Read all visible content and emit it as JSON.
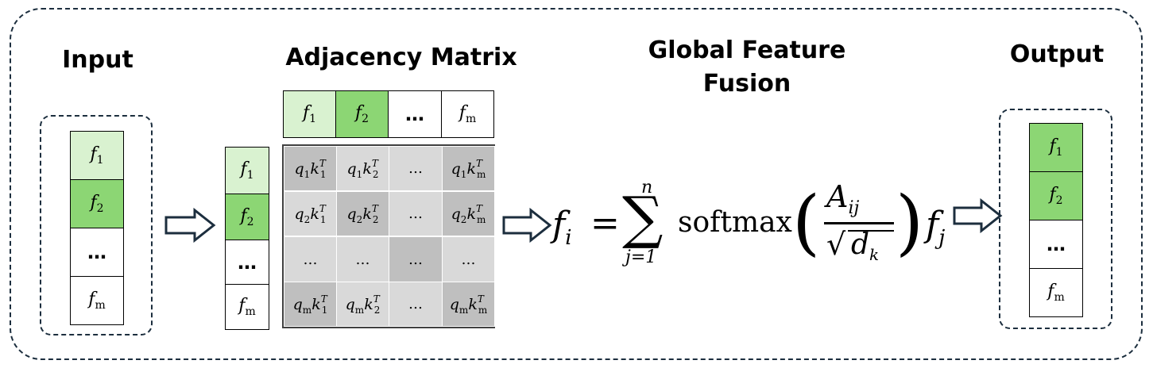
{
  "headings": {
    "input": "Input",
    "adjacency": "Adjacency Matrix",
    "fusion": "Global Feature Fusion",
    "output": "Output"
  },
  "features": {
    "f1": "f",
    "f1_sub": "1",
    "f2": "f",
    "f2_sub": "2",
    "dots": "…",
    "fm": "f",
    "fm_sub": "m"
  },
  "matrix": {
    "rows": [
      [
        "q1k1T",
        "q1k2T",
        "…",
        "q1kmT"
      ],
      [
        "q2k1T",
        "q2k2T",
        "…",
        "q2kmT"
      ],
      [
        "…",
        "…",
        "…",
        "…"
      ],
      [
        "qmk1T",
        "qmk2T",
        "…",
        "qmkmT"
      ]
    ],
    "cell_shades": [
      [
        "dark",
        "light",
        "light",
        "dark"
      ],
      [
        "light",
        "dark",
        "light",
        "dark"
      ],
      [
        "light",
        "light",
        "dark",
        "light"
      ],
      [
        "dark",
        "light",
        "light",
        "dark"
      ]
    ]
  },
  "formula": {
    "lhs": "f",
    "lhs_sub": "i",
    "equals": "=",
    "sum_upper": "n",
    "sum_lower": "j=1",
    "func": "softmax",
    "numerator": "A",
    "numerator_sub": "ij",
    "denominator": "d",
    "denominator_sub": "k",
    "rhs": "f",
    "rhs_sub": "j"
  },
  "colors": {
    "light_green": "#d9f2d0",
    "green": "#8cd674",
    "dark_gray": "#bfbfbf",
    "light_gray": "#d9d9d9",
    "frame": "#1c2e3e"
  }
}
